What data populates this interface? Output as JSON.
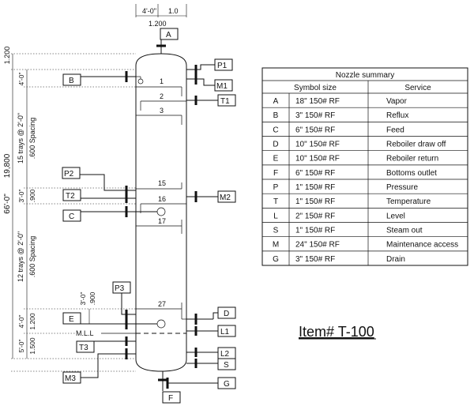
{
  "dimensions": {
    "top_width_ft": "4'-0\"",
    "top_offset": "1.0",
    "top_width_m": "1.200",
    "top_head": "1.200",
    "total_ft": "66'-0\"",
    "total_m": "19,800",
    "seg1_ft": "4'-0\"",
    "seg2_label": "15 trays @ 2'-0\"",
    "seg2_m": ".600 Spacing",
    "seg3_ft": "3'-0\"",
    "seg3_m": ".900",
    "seg4_label": "12 trays @ 2'-0\"",
    "seg4_m": ".600 Spacing",
    "seg5_ft": "3'-0\"",
    "seg5_m": ".900",
    "seg6_ft": "4'-0\"",
    "seg6_m": "1.200",
    "seg7_ft": "5'-0\"",
    "seg7_m": "1.500"
  },
  "vessel": {
    "trays": [
      "1",
      "2",
      "3",
      "15",
      "16",
      "17",
      "27"
    ],
    "mll": "M.L.L"
  },
  "nozzles": {
    "A": "A",
    "B": "B",
    "C": "C",
    "D": "D",
    "E": "E",
    "F": "F",
    "G": "G",
    "P1": "P1",
    "P2": "P2",
    "P3": "P3",
    "M1": "M1",
    "M2": "M2",
    "M3": "M3",
    "T1": "T1",
    "T2": "T2",
    "T3": "T3",
    "L1": "L1",
    "L2": "L2",
    "S": "S"
  },
  "table": {
    "title": "Nozzle summary",
    "col_symbol_size": "Symbol size",
    "col_service": "Service",
    "rows": [
      {
        "symbol": "A",
        "size": "18\" 150# RF",
        "service": "Vapor"
      },
      {
        "symbol": "B",
        "size": "3\" 150# RF",
        "service": "Reflux"
      },
      {
        "symbol": "C",
        "size": "6\" 150# RF",
        "service": "Feed"
      },
      {
        "symbol": "D",
        "size": "10\" 150# RF",
        "service": "Reboiler draw off"
      },
      {
        "symbol": "E",
        "size": "10\" 150# RF",
        "service": "Reboiler return"
      },
      {
        "symbol": "F",
        "size": "6\" 150# RF",
        "service": "Bottoms outlet"
      },
      {
        "symbol": "P",
        "size": "1\" 150# RF",
        "service": "Pressure"
      },
      {
        "symbol": "T",
        "size": "1\" 150# RF",
        "service": "Temperature"
      },
      {
        "symbol": "L",
        "size": "2\" 150# RF",
        "service": "Level"
      },
      {
        "symbol": "S",
        "size": "1\" 150# RF",
        "service": "Steam out"
      },
      {
        "symbol": "M",
        "size": "24\" 150# RF",
        "service": "Maintenance access"
      },
      {
        "symbol": "G",
        "size": "3\" 150# RF",
        "service": "Drain"
      }
    ]
  },
  "item_label": "Item# T-100"
}
